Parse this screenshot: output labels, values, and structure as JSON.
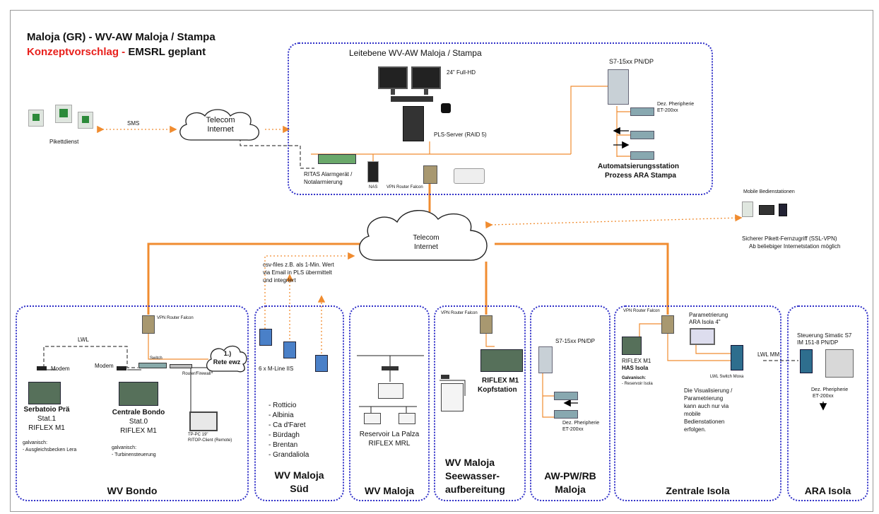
{
  "header": {
    "title": "Maloja (GR) - WV-AW Maloja / Stampa",
    "subtitle_red": "Konzeptvorschlag -",
    "subtitle_black": "EMSRL geplant"
  },
  "colors": {
    "orange": "#f08c30",
    "zone_border": "#3030c8",
    "title_red": "#e8201c"
  },
  "top_zone": {
    "title": "Leitebene WV-AW Maloja / Stampa",
    "monitor_label": "24\" Full-HD",
    "server_label": "PLS-Server (RAID 5)",
    "ritas_label_1": "RITAS Alarmgerät /",
    "ritas_label_2": "Notalarmierung",
    "nas_label": "NAS",
    "vpn_label": "VPN  Router Falcon",
    "plc_title": "S7-15xx PN/DP",
    "periph_1": "Dez. Pheripherie",
    "periph_2": "ET-200xx",
    "station_1": "Automatsierungsstation",
    "station_2": "Prozess ARA Stampa"
  },
  "left_top": {
    "sms": "SMS",
    "pikett": "Pikettdienst",
    "cloud1_a": "Telecom",
    "cloud1_b": "Internet"
  },
  "center_cloud": {
    "a": "Telecom",
    "b": "Internet"
  },
  "mobile": {
    "title": "Mobile Bedienstationen",
    "line1": "Sicherer Pikett-Fernzugriff (SSL-VPN)",
    "line2": "Ab beliebiger Internetstation möglich"
  },
  "csv_note": {
    "l1": "csv-files z.B. als 1-Min. Wert",
    "l2": "via Email in PLS übermittelt",
    "l3": "und integriert"
  },
  "bondo": {
    "vpn": "VPN  Router Falcon",
    "lwl": "LWL",
    "modem_left": "Modem",
    "modem_mid": "Modem",
    "switch": "Switch",
    "router": "Router/Firewall",
    "rete_1": "1.)",
    "rete_2": "Rete ewz",
    "s1_name": "Serbatoio Prä",
    "s1_stat": "Stat.1",
    "s1_type": "RIFLEX M1",
    "s1_galv": "galvanisch:",
    "s1_galv2": "- Ausgleichsbecken Lera",
    "s0_name": "Centrale Bondo",
    "s0_stat": "Stat.0",
    "s0_type": "RIFLEX M1",
    "s0_galv": "galvanisch:",
    "s0_galv2": "- Turbinensteuerung",
    "tp_1": "TP-PC 19\"",
    "tp_2": "RITOP-Client (Remote)",
    "title": "WV Bondo"
  },
  "sud": {
    "mline": "6 x M-Line IIS",
    "places": [
      "- Rotticio",
      "- Albinia",
      "- Ca d'Faret",
      "- Bürdagh",
      "- Brentan",
      "- Grandaliola"
    ],
    "title_1": "WV Maloja",
    "title_2": "Süd"
  },
  "maloja": {
    "res_1": "Reservoir La Palza",
    "res_2": "RIFLEX MRL",
    "title": "WV Maloja"
  },
  "seewasser": {
    "vpn": "VPN  Router Falcon",
    "riflex": "RIFLEX M1",
    "kopf": "Kopfstation",
    "title_1": "WV Maloja",
    "title_2": "Seewasser-",
    "title_3": "aufbereitung"
  },
  "awpw": {
    "plc": "S7-15xx PN/DP",
    "periph_1": "Dez. Pheripherie",
    "periph_2": "ET-200xx",
    "title_1": "AW-PW/RB",
    "title_2": "Maloja"
  },
  "isola": {
    "vpn": "VPN  Router Falcon",
    "param_1": "Parametrierung",
    "param_2": "ARA Isola 4\"",
    "riflex": "RIFLEX M1",
    "has": "HAS Isola",
    "galv": "Galvanisch:",
    "galv2": "- Reservoir Isola",
    "lwl_switch": "LWL Switch Moxa",
    "note": [
      "Die Visualisierung /",
      "Parametrierung",
      "kann auch nur via",
      "mobile",
      "Bedienstationen",
      "erfolgen."
    ],
    "lwl_mm": "LWL MM",
    "title": "Zentrale Isola"
  },
  "ara": {
    "steuer_1": "Steuerung Simatic S7",
    "steuer_2": "IM 151-8 PN/DP",
    "periph_1": "Dez. Pheripherie",
    "periph_2": "ET-200xx",
    "title": "ARA Isola"
  }
}
